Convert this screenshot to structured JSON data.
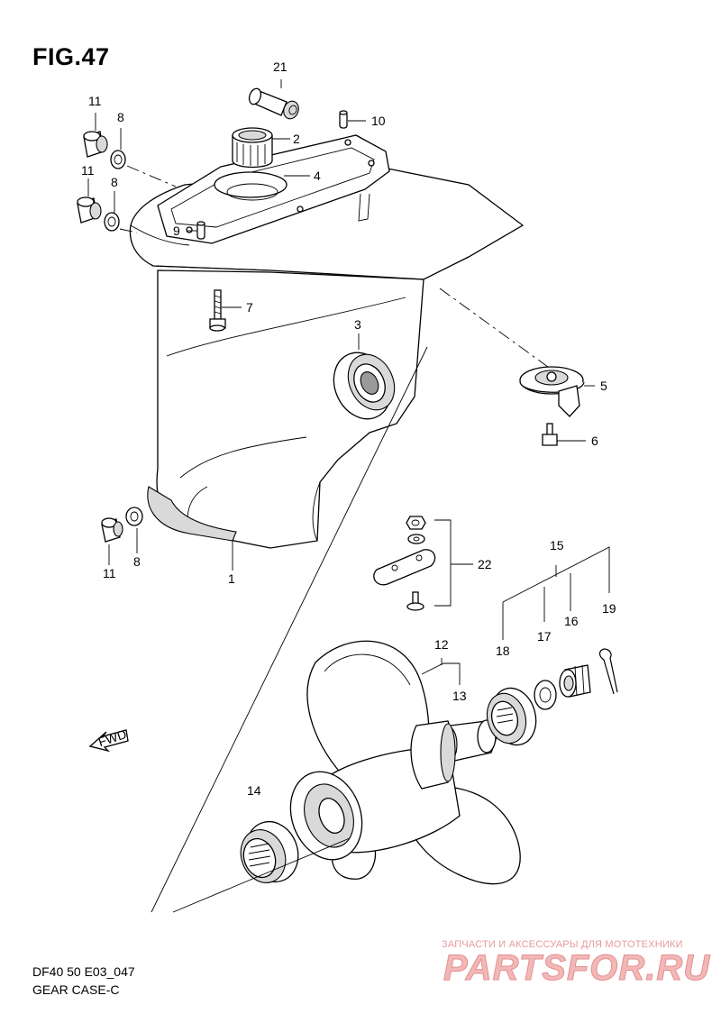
{
  "figure": {
    "title": "FIG.47",
    "footer_code": "DF40 50 E03_047",
    "footer_name": "GEAR CASE-C",
    "fwd_label": "FWD"
  },
  "callouts": [
    {
      "id": "c21",
      "label": "21"
    },
    {
      "id": "c11a",
      "label": "11"
    },
    {
      "id": "c8a",
      "label": "8"
    },
    {
      "id": "c2",
      "label": "2"
    },
    {
      "id": "c10",
      "label": "10"
    },
    {
      "id": "c4",
      "label": "4"
    },
    {
      "id": "c11b",
      "label": "11"
    },
    {
      "id": "c8b",
      "label": "8"
    },
    {
      "id": "c9",
      "label": "9"
    },
    {
      "id": "c7",
      "label": "7"
    },
    {
      "id": "c3",
      "label": "3"
    },
    {
      "id": "c5",
      "label": "5"
    },
    {
      "id": "c6",
      "label": "6"
    },
    {
      "id": "c11c",
      "label": "11"
    },
    {
      "id": "c8c",
      "label": "8"
    },
    {
      "id": "c1",
      "label": "1"
    },
    {
      "id": "c22",
      "label": "22"
    },
    {
      "id": "c15",
      "label": "15"
    },
    {
      "id": "c12",
      "label": "12"
    },
    {
      "id": "c18",
      "label": "18"
    },
    {
      "id": "c17",
      "label": "17"
    },
    {
      "id": "c16",
      "label": "16"
    },
    {
      "id": "c19",
      "label": "19"
    },
    {
      "id": "c13",
      "label": "13"
    },
    {
      "id": "c14",
      "label": "14"
    }
  ],
  "watermark": {
    "tagline": "ЗАПЧАСТИ И АКСЕССУАРЫ ДЛЯ МОТОТЕХНИКИ",
    "logo": "PARTSFOR.RU"
  }
}
